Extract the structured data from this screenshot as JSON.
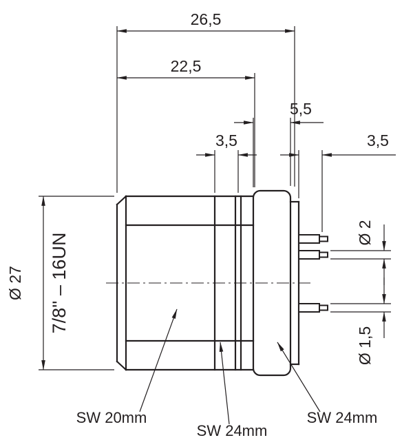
{
  "drawing": {
    "line_color": "#231f20",
    "background_color": "#ffffff"
  },
  "dimensions": {
    "overall_length": "26,5",
    "body_length": "22,5",
    "flange_depth": "5,5",
    "groove_width": "3,5",
    "pin_length": "3,5",
    "flange_diameter": "Ø 27",
    "pin_diameter_large": "Ø 2",
    "pin_diameter_small": "Ø 1,5",
    "thread_spec": "7/8'' – 16UN"
  },
  "labels": {
    "wrench_size_front": "SW 20mm",
    "wrench_size_middle": "SW 24mm",
    "wrench_size_rear": "SW 24mm"
  }
}
